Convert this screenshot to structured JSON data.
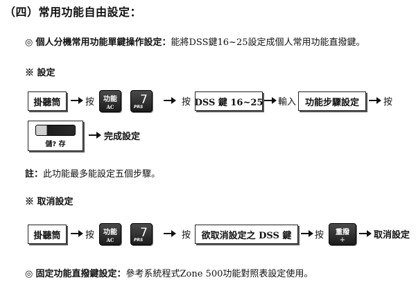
{
  "heading": "（四）常用功能自由設定：",
  "section1": {
    "bullet": "◎",
    "label": "個人分機常用功能單鍵操作設定：",
    "desc": "能將DSS鍵16~25設定成個人常用功能直撥鍵。"
  },
  "setup": {
    "mark": "※",
    "title": "設定",
    "offhook": "掛聽筒",
    "press": "按",
    "func_key_top": "功能",
    "func_key_sub": "AC",
    "seven_num": "7",
    "seven_prs": "PRS",
    "press2": "按",
    "dss_box": "DSS 鍵 16~25",
    "input": "輸入",
    "steps_box": "功能步驟設定",
    "press3": "按",
    "store_label": "儲?  存",
    "complete": "完成設定"
  },
  "note": {
    "label": "註：",
    "text": "此功能最多能設定五個步驟。"
  },
  "cancel": {
    "mark": "※",
    "title": "取消設定",
    "offhook": "掛聽筒",
    "press": "按",
    "func_key_top": "功能",
    "func_key_sub": "AC",
    "seven_num": "7",
    "seven_prs": "PRS",
    "press2": "按",
    "cancel_box": "欲取消設定之 DSS 鍵",
    "press3": "按",
    "redial_top": "重撥",
    "redial_sub": "+",
    "done": "取消設定"
  },
  "section2": {
    "bullet": "◎",
    "label": "固定功能直撥鍵設定：",
    "desc": "參考系統程式Zone 500功能對照表設定使用。"
  }
}
